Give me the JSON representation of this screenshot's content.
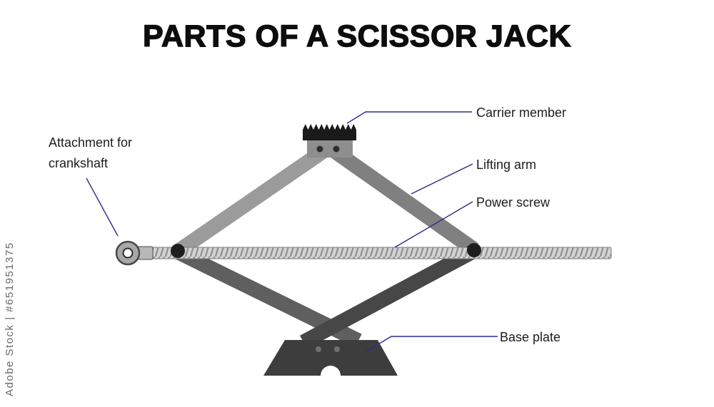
{
  "title": "PARTS OF A SCISSOR JACK",
  "watermark": "Adobe Stock | #651951375",
  "labels": {
    "carrier_member": "Carrier member",
    "lifting_arm": "Lifting arm",
    "power_screw": "Power screw",
    "attachment_for_crankshaft": "Attachment for crankshaft",
    "base_plate": "Base plate"
  },
  "colors": {
    "leader_line": "#2b2b8c",
    "title_text": "#0d0d0d",
    "label_text": "#1c1c1c",
    "watermark_text": "#6a6a6a",
    "upper_left_arm": "#9b9b9b",
    "upper_right_arm": "#808080",
    "lower_left_arm": "#5f5f5f",
    "lower_right_arm": "#474747",
    "carrier_cap": "#1a1a1a",
    "carrier_plate": "#8e8e8e",
    "carrier_bolt": "#2d2d2d",
    "joint": "#1e1e1e",
    "screw_fill": "#d3d3d3",
    "screw_thread": "#8f8f8f",
    "screw_edge": "#7a7a7a",
    "base_plate_fill": "#3d3d3d",
    "base_bolt": "#707070",
    "ring_fill": "#a8a8a8",
    "ring_stroke": "#4a4a4a",
    "ring_hole": "#ffffff",
    "hub_fill": "#b8b8b8",
    "background": "#ffffff"
  }
}
